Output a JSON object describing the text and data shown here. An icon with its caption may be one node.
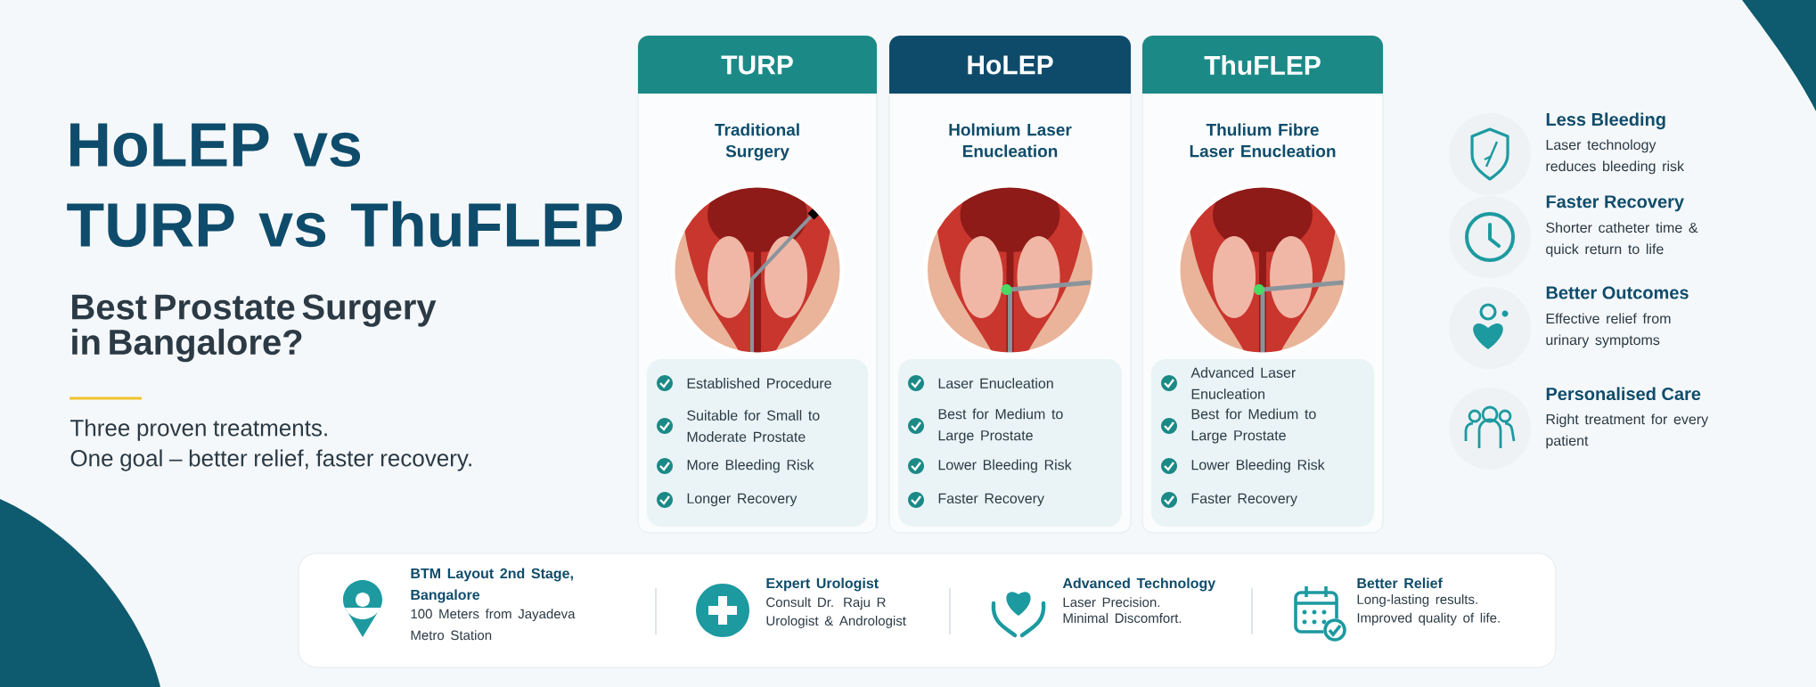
{
  "diagram": {
    "title": "HoLEP vs TURP vs ThuFLEP",
    "nodes": [
      {
        "text": [
          "TURP",
          "Traditional Surgery"
        ]
      },
      {
        "text": [
          "HoLEP",
          "Holmium Laser Enucleation"
        ]
      },
      {
        "text": [
          "ThuFLEP",
          "Thulium Fibre Laser Enucleation"
        ]
      },
      {
        "text": [
          "Established Procedure",
          "Suitable for Small to Moderate Prostate",
          "More Bleeding Risk",
          "Longer Recovery"
        ],
        "in": 0
      },
      {
        "text": [
          "Laser Enucleation",
          "Best for Medium to Large Prostate",
          "Lower Bleeding Risk",
          "Faster Recovery"
        ],
        "in": 1
      },
      {
        "text": [
          "Advanced Laser Enucleation",
          "Best for Medium to Large Prostate",
          "Lower Bleeding Risk",
          "Faster Recovery"
        ],
        "in": 2
      },
      {
        "text": [
          "Less Bleeding",
          "Laser technology reduces bleeding risk"
        ]
      },
      {
        "text": [
          "Faster Recovery",
          "Shorter catheter time & quick return to life"
        ]
      },
      {
        "text": [
          "Better Outcomes",
          "Effective relief from urinary symptoms"
        ]
      },
      {
        "text": [
          "Personalised Care",
          "Right treatment for every patient"
        ]
      },
      {
        "text": [],
        "shape": "box"
      },
      {
        "text": [
          "BTM Layout 2nd Stage, Bangalore",
          "100 Meters from Jayadeva Metro Station"
        ],
        "in": 10
      },
      {
        "text": [
          "Expert Urologist",
          "Consult Dr. Raju R",
          "Urologist & Andrologist"
        ],
        "in": 10
      },
      {
        "text": [
          "Advanced Technology",
          "Laser Precision.",
          "Minimal Discomfort."
        ],
        "in": 10
      },
      {
        "text": [
          "Better Relief",
          "Long-lasting results.",
          "Improved quality of life."
        ],
        "in": 10
      }
    ],
    "labels": [
      "Best Prostate Surgery in Bangalore?",
      "Three proven treatments.",
      "One goal – better relief, faster recovery."
    ]
  }
}
